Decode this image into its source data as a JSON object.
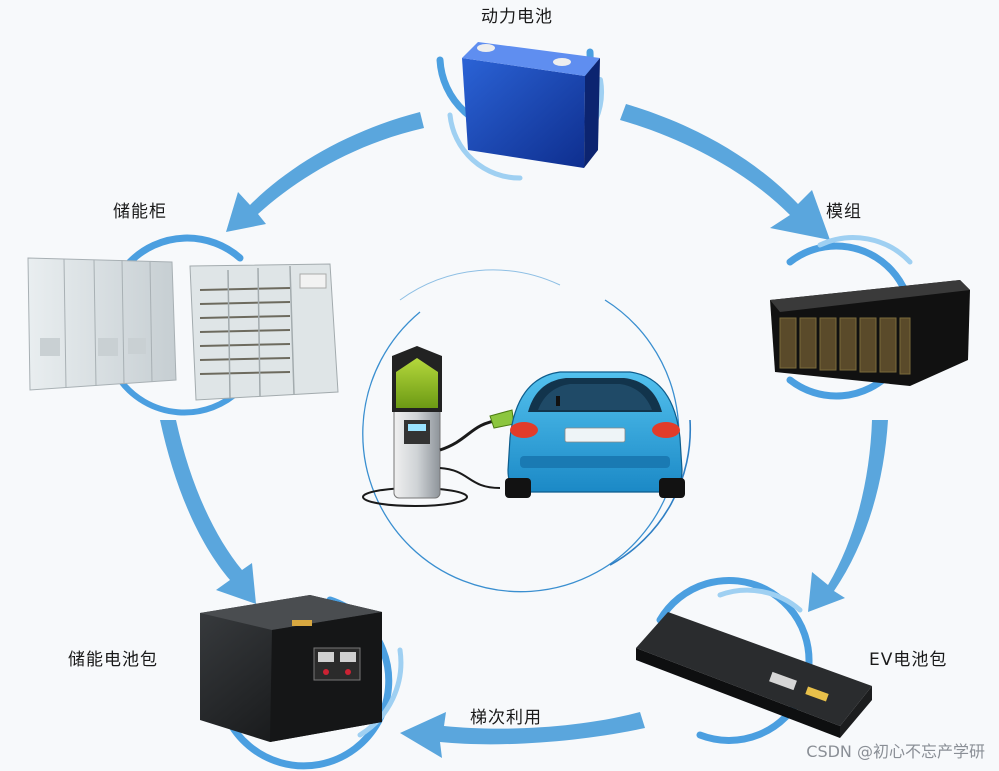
{
  "nodes": {
    "power_battery": "动力电池",
    "module": "模组",
    "ev_pack": "EV电池包",
    "cascade_use": "梯次利用",
    "storage_pack": "储能电池包",
    "storage_cabinet": "储能柜"
  },
  "watermark": "CSDN @初心不忘产学研",
  "colors": {
    "arrow": "#5aa6dd",
    "arrow_light": "#9fd0f2",
    "ring": "#4b9fe0"
  },
  "icons": {
    "center": "ev-charging-icon"
  }
}
